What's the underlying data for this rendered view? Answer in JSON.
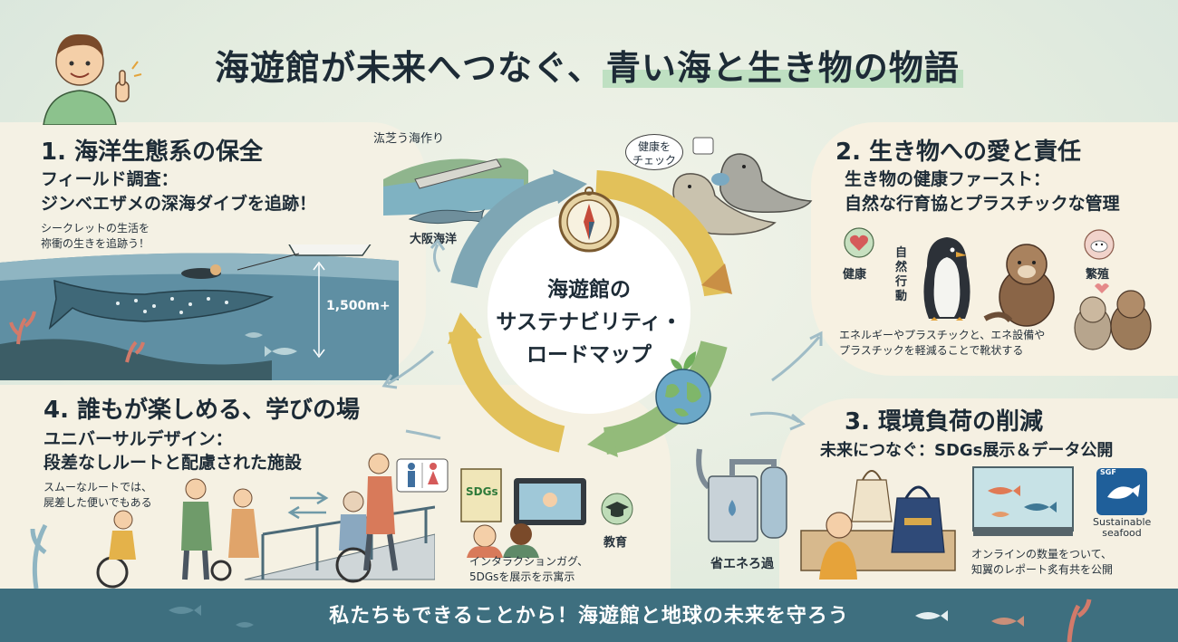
{
  "title": {
    "main": "海遊館が未来へつなぐ、",
    "highlight": "青い海と生き物の物語"
  },
  "center": {
    "line1": "海遊館の",
    "line2": "サステナビリティ・",
    "line3": "ロードマップ"
  },
  "section1": {
    "heading": "1. 海洋生態系の保全",
    "sub1": "フィールド調査：",
    "sub2": "ジンベエザメの深海ダイブを追跡！",
    "note1": "シークレットの生活を",
    "note2": "祢衝の生きを追跡う！",
    "depth": "1,500m+"
  },
  "top_middle": {
    "label": "汯芝う海作り",
    "dolphin_label": "大阪海洋",
    "bubble_line1": "健康を",
    "bubble_line2": "チェック"
  },
  "section2": {
    "heading": "2. 生き物への愛と責任",
    "sub1": "生き物の健康ファースト：",
    "sub2": "自然な行育協とプラスチックな管理",
    "health": "健康",
    "behavior": "自然行動",
    "breeding": "繁殖",
    "note1": "エネルギーやプラスチックと、エネ設備や",
    "note2": "プラスチックを軽減ることで靴状する"
  },
  "section3": {
    "heading": "3. 環境負荷の削減",
    "sub1": "未来につなぐ：SDGs展示＆データ公開",
    "machine_label": "省エネろ過",
    "logo_line1": "Sustainable",
    "logo_line2": "seafood",
    "logo_badge": "SGF",
    "note1": "オンラインの数量をついて、",
    "note2": "知翼のレポート炙有共を公開"
  },
  "section4": {
    "heading": "4. 誰もが楽しめる、学びの場",
    "sub1": "ユニバーサルデザイン：",
    "sub2": "段差なしルートと配慮された施設",
    "note1": "スムーなルートでは、",
    "note2": "屍差した便いでもある",
    "poster": "SDGs",
    "education": "教育",
    "interactive1": "インタラクションガグ、",
    "interactive2": "5DGsを展示を示寓示"
  },
  "footer": "私たちもできることから！海遊館と地球の未来を守ろう"
}
